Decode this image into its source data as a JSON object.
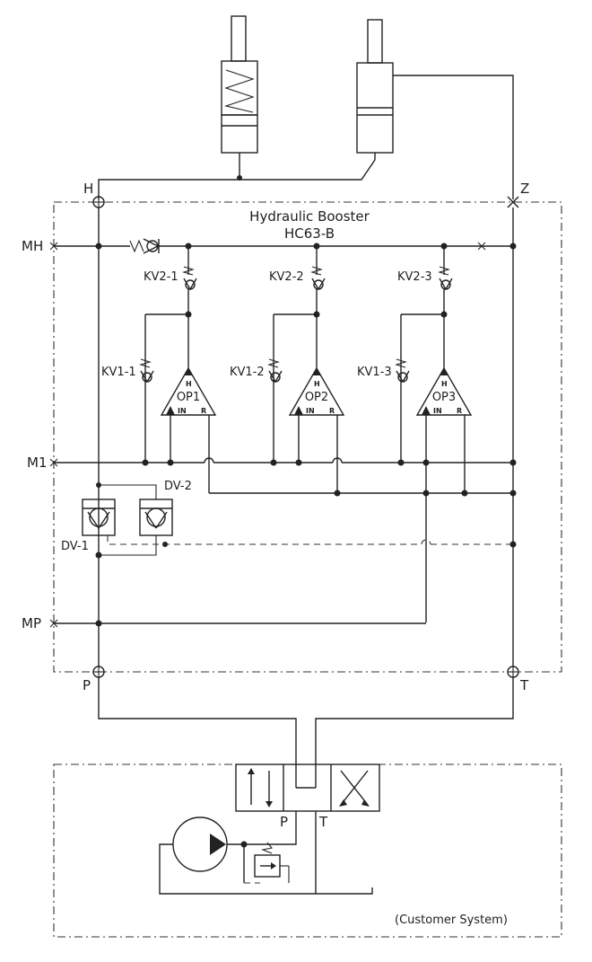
{
  "title": {
    "line1": "Hydraulic Booster",
    "line2": "HC63-B"
  },
  "ports": {
    "H": "H",
    "Z": "Z",
    "MH": "MH",
    "M1": "M1",
    "MP": "MP",
    "P": "P",
    "T": "T",
    "valve_P": "P",
    "valve_T": "T"
  },
  "components": {
    "kv2": [
      "KV2-1",
      "KV2-2",
      "KV2-3"
    ],
    "kv1": [
      "KV1-1",
      "KV1-2",
      "KV1-3"
    ],
    "op": [
      "OP1",
      "OP2",
      "OP3"
    ],
    "op_pins": {
      "top": "H",
      "in": "IN",
      "r": "R"
    },
    "dv1": "DV-1",
    "dv2": "DV-2"
  },
  "customer": "(Customer System)"
}
